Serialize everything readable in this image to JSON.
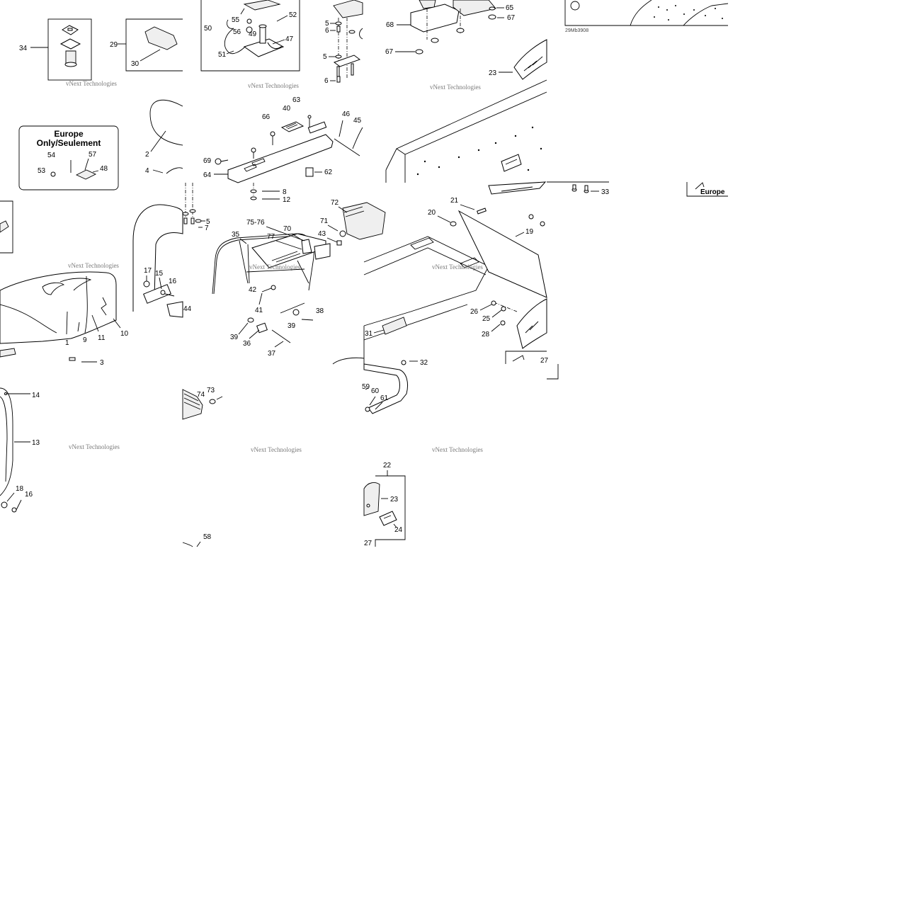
{
  "diagram": {
    "drawing_code": "29Mb3908",
    "watermark": "vNext Technologies",
    "callouts": {
      "c1": "1",
      "c2": "2",
      "c3": "3",
      "c4": "4",
      "c5": "5",
      "c6": "6",
      "c7": "7",
      "c8": "8",
      "c9": "9",
      "c10": "10",
      "c11": "11",
      "c12": "12",
      "c13": "13",
      "c14": "14",
      "c15": "15",
      "c16": "16",
      "c17": "17",
      "c18": "18",
      "c19": "19",
      "c20": "20",
      "c21": "21",
      "c22": "22",
      "c23": "23",
      "c24": "24",
      "c25": "25",
      "c26": "26",
      "c27": "27",
      "c28": "28",
      "c29": "29",
      "c30": "30",
      "c31": "31",
      "c32": "32",
      "c33": "33",
      "c34": "34",
      "c35": "35",
      "c36": "36",
      "c37": "37",
      "c38": "38",
      "c39": "39",
      "c40": "40",
      "c41": "41",
      "c42": "42",
      "c43": "43",
      "c44": "44",
      "c45": "45",
      "c46": "46",
      "c47": "47",
      "c48": "48",
      "c49": "49",
      "c50": "50",
      "c51": "51",
      "c52": "52",
      "c53": "53",
      "c54": "54",
      "c55": "55",
      "c56": "56",
      "c57": "57",
      "c58": "58",
      "c59": "59",
      "c60": "60",
      "c61": "61",
      "c62": "62",
      "c63": "63",
      "c64": "64",
      "c65": "65",
      "c66": "66",
      "c67": "67",
      "c68": "68",
      "c69": "69",
      "c70": "70",
      "c71": "71",
      "c72": "72",
      "c73": "73",
      "c74": "74",
      "c75_76": "75-76",
      "c77": "77"
    },
    "europe_box": {
      "line1": "Europe",
      "line2": "Only/Seulement"
    },
    "europe_partial": "Europe"
  }
}
